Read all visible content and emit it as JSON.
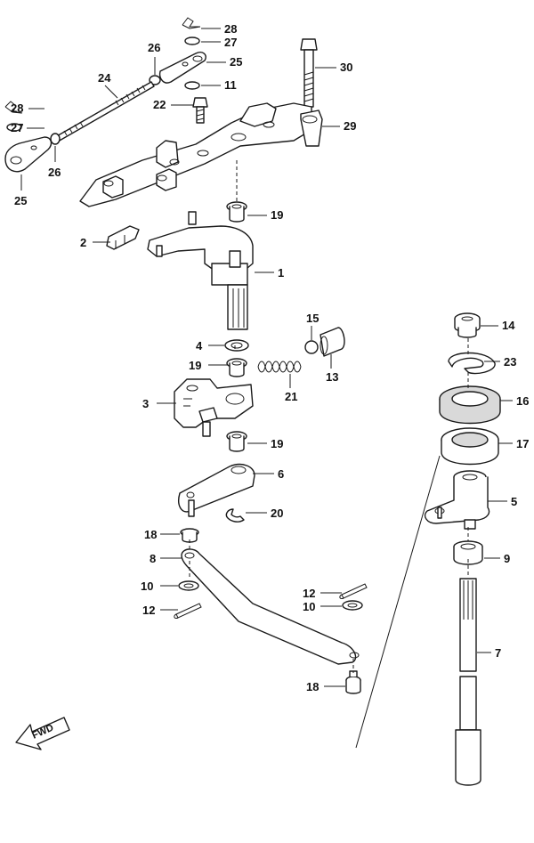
{
  "diagram": {
    "callouts": {
      "c28a": "28",
      "c27a": "27",
      "c25a": "25",
      "c26a": "26",
      "c11": "11",
      "c30": "30",
      "c24": "24",
      "c22": "22",
      "c28b": "28",
      "c27b": "27",
      "c26b": "26",
      "c25b": "25",
      "c29": "29",
      "c19a": "19",
      "c2": "2",
      "c1": "1",
      "c15": "15",
      "c14": "14",
      "c4": "4",
      "c19b": "19",
      "c13": "13",
      "c23": "23",
      "c3": "3",
      "c21": "21",
      "c16": "16",
      "c19c": "19",
      "c17": "17",
      "c6": "6",
      "c5": "5",
      "c20": "20",
      "c18a": "18",
      "c9": "9",
      "c8": "8",
      "c12a": "12",
      "c10a": "10",
      "c10b": "10",
      "c12b": "12",
      "c7": "7",
      "c18b": "18"
    },
    "fwd_label": "FWD"
  }
}
